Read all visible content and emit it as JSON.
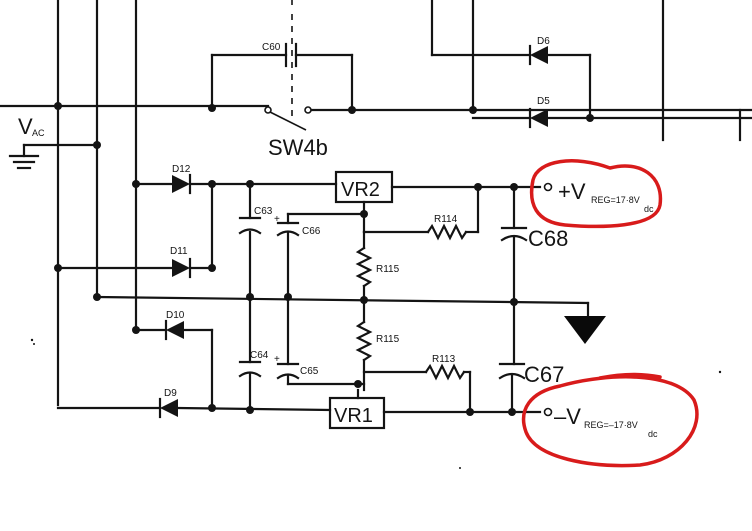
{
  "labels": {
    "vac_main": "V",
    "vac_sub": "AC",
    "switch": "SW4b",
    "c60": "C60",
    "d6": "D6",
    "d5": "D5",
    "d12": "D12",
    "d11": "D11",
    "d10": "D10",
    "d9": "D9",
    "c63": "C63",
    "c66": "C66",
    "c64": "C64",
    "c65": "C65",
    "vr2": "VR2",
    "vr1": "VR1",
    "r114": "R114",
    "r113": "R113",
    "r115_top": "R115",
    "r115_bottom": "R115",
    "c68": "C68",
    "c67": "C67",
    "vreg_pos_main": "+V",
    "vreg_pos_sub": "REG=17·8V",
    "vreg_pos_dc": "dc",
    "vreg_neg_main": "–V",
    "vreg_neg_sub": "REG=–17·8V",
    "vreg_neg_dc": "dc"
  },
  "colors": {
    "ink": "#141414",
    "annotation": "#d81b1b",
    "ground_fill": "#0a0a0a"
  }
}
